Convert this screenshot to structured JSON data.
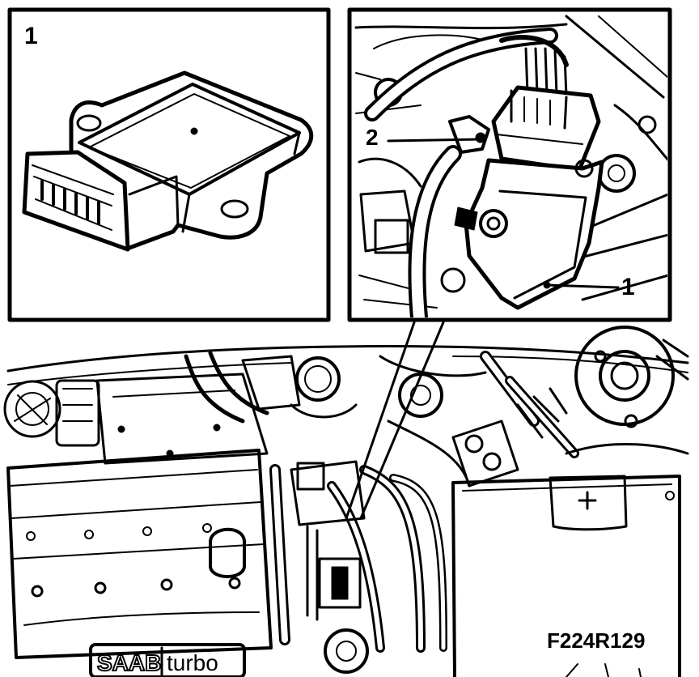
{
  "figure_id": "F224R129",
  "inset_left": {
    "label": "1"
  },
  "inset_right": {
    "label_part_2": "2",
    "label_part_1": "1"
  },
  "cover_badge": {
    "brand": "SAAB",
    "suffix": "turbo"
  },
  "colors": {
    "ink": "#000000",
    "paper": "#ffffff"
  }
}
